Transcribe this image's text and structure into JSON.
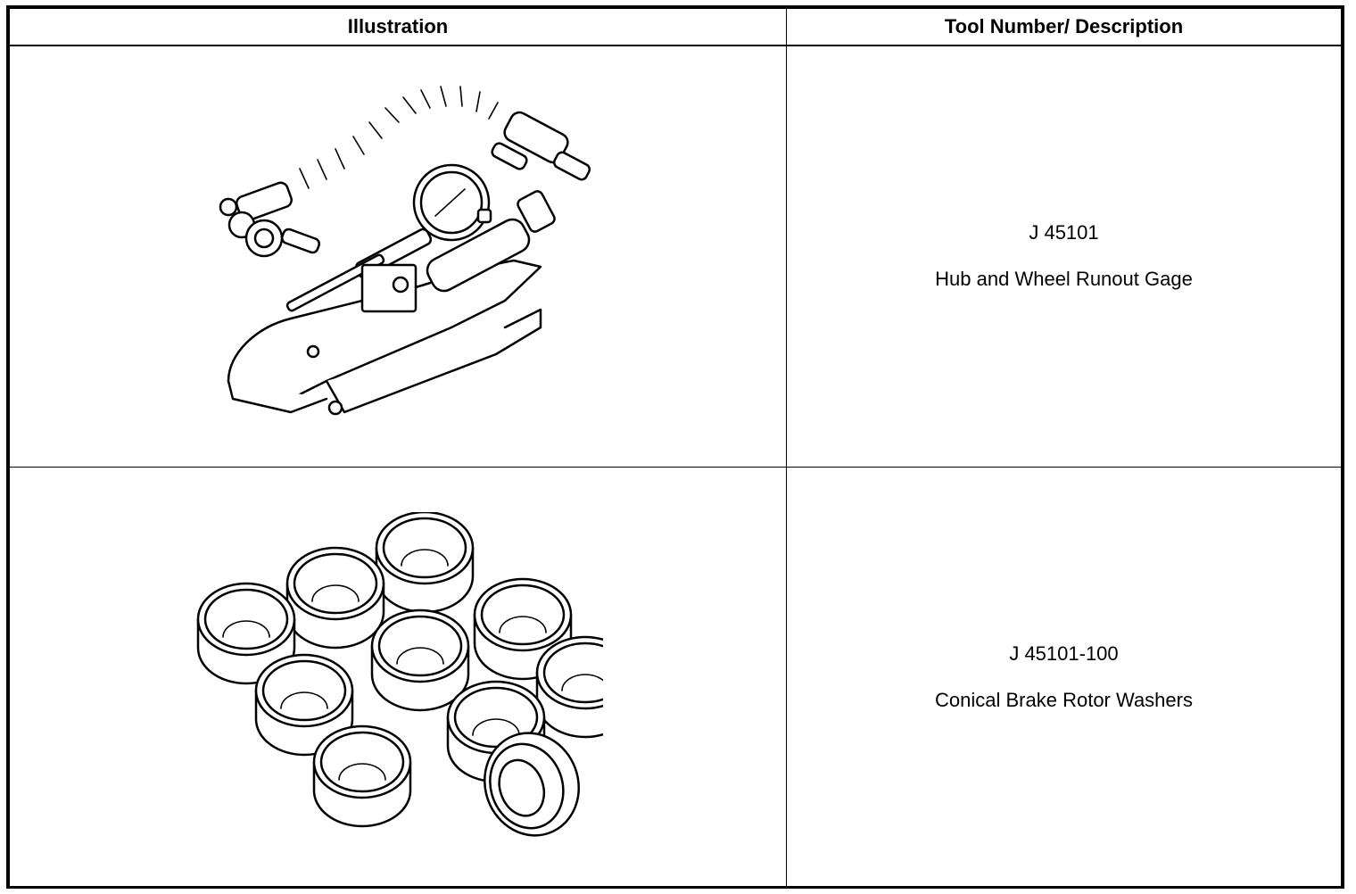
{
  "table": {
    "headers": {
      "illustration": "Illustration",
      "description": "Tool Number/ Description"
    },
    "rows": [
      {
        "tool_number": "J 45101",
        "description": "Hub and Wheel Runout Gage",
        "illustration_icon": "runout-gage-illustration"
      },
      {
        "tool_number": "J 45101-100",
        "description": "Conical Brake Rotor Washers",
        "illustration_icon": "conical-washers-illustration"
      }
    ]
  }
}
